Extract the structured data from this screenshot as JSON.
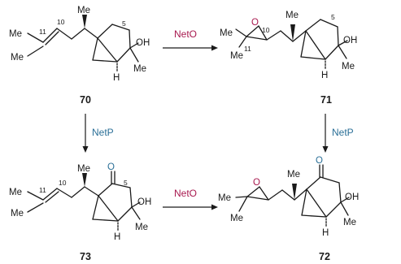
{
  "colors": {
    "neto": "#a8194f",
    "netp": "#2a6f97",
    "carbonyl_oxygen": "#2a6f97",
    "epoxide_oxygen": "#a8194f",
    "bond": "#1a1a1a"
  },
  "compounds": {
    "c70": {
      "id": "70"
    },
    "c71": {
      "id": "71"
    },
    "c73": {
      "id": "73"
    },
    "c72": {
      "id": "72"
    }
  },
  "labels": {
    "me": "Me",
    "oh": "OH",
    "h": "H",
    "o": "O",
    "n5": "5",
    "n10": "10",
    "n11": "11"
  },
  "reactions": {
    "top": {
      "enzyme": "NetO"
    },
    "left": {
      "enzyme": "NetP"
    },
    "right": {
      "enzyme": "NetP"
    },
    "bottom": {
      "enzyme": "NetO"
    }
  }
}
